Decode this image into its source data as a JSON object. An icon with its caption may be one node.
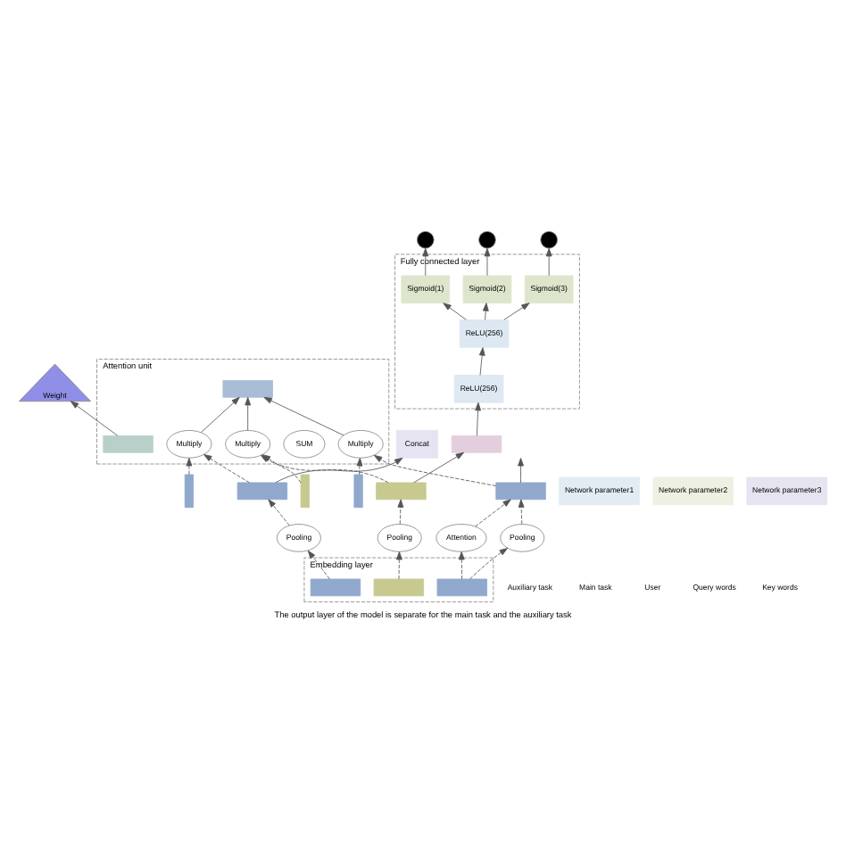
{
  "diagram": {
    "caption": "The output layer of the model is separate for the main task and the auxiliary task",
    "nodes": [
      {
        "text": [
          "Attention unit"
        ]
      },
      {
        "text": [
          "Weight"
        ]
      },
      {
        "text": [],
        "shape": "box",
        "in": 0
      },
      {
        "text": [
          "SUM"
        ],
        "in": 0
      },
      {
        "text": [],
        "shape": "box",
        "in": 0
      },
      {
        "text": [
          "Multiply"
        ],
        "in": 0
      },
      {
        "text": [
          "Multiply"
        ],
        "in": 0
      },
      {
        "text": [
          "Multiply"
        ],
        "in": 0
      },
      {
        "text": [
          "Network parameter1"
        ]
      },
      {
        "text": [],
        "shape": "bar"
      },
      {
        "text": [
          "Network parameter2"
        ]
      },
      {
        "text": [],
        "shape": "bar"
      },
      {
        "text": [
          "Network parameter3"
        ]
      },
      {
        "text": [],
        "shape": "bar"
      },
      {
        "text": [],
        "shape": "circle"
      },
      {
        "text": [],
        "shape": "circle"
      },
      {
        "text": [],
        "shape": "circle"
      },
      {
        "text": [
          "Fully connected layer"
        ]
      },
      {
        "text": [
          "Sigmoid(1)"
        ],
        "in": 17
      },
      {
        "text": [
          "Sigmoid(2)"
        ],
        "in": 17
      },
      {
        "text": [
          "Sigmoid(3)"
        ],
        "in": 17
      },
      {
        "text": [
          "ReLU(256)"
        ],
        "in": 17
      },
      {
        "text": [
          "ReLU(256)"
        ],
        "in": 17
      },
      {
        "text": [
          "Concat"
        ]
      },
      {
        "text": [],
        "shape": "box"
      },
      {
        "text": [],
        "shape": "box"
      },
      {
        "text": [],
        "shape": "box"
      },
      {
        "text": [],
        "shape": "box"
      },
      {
        "text": [
          "Pooling"
        ]
      },
      {
        "text": [
          "Pooling"
        ]
      },
      {
        "text": [
          "Attention"
        ]
      },
      {
        "text": [
          "Pooling"
        ]
      },
      {
        "text": [
          "Embedding layer"
        ]
      },
      {
        "text": [],
        "shape": "box",
        "in": 32
      },
      {
        "text": [],
        "shape": "box",
        "in": 32
      },
      {
        "text": [],
        "shape": "box",
        "in": 32
      }
    ],
    "edges": [
      {
        "from": 2,
        "to": 1,
        "arrow": "to"
      },
      {
        "from": 5,
        "to": 4,
        "arrow": "to"
      },
      {
        "from": 6,
        "to": 4,
        "arrow": "to"
      },
      {
        "from": 7,
        "to": 4,
        "arrow": "to"
      },
      {
        "from": 9,
        "to": 5,
        "arrow": "to",
        "style": "dashed"
      },
      {
        "from": 25,
        "to": 5,
        "arrow": "to",
        "style": "dashed"
      },
      {
        "from": 11,
        "to": 6,
        "arrow": "to",
        "style": "dashed"
      },
      {
        "from": 26,
        "to": 6,
        "arrow": "to",
        "style": "dashed"
      },
      {
        "from": 13,
        "to": 7,
        "arrow": "to",
        "style": "dashed"
      },
      {
        "from": 27,
        "to": 7,
        "arrow": "to",
        "style": "dashed"
      },
      {
        "from": 18,
        "to": 14,
        "arrow": "to"
      },
      {
        "from": 19,
        "to": 15,
        "arrow": "to"
      },
      {
        "from": 20,
        "to": 16,
        "arrow": "to"
      },
      {
        "from": 21,
        "to": 18,
        "arrow": "to"
      },
      {
        "from": 21,
        "to": 19,
        "arrow": "to"
      },
      {
        "from": 21,
        "to": 20,
        "arrow": "to"
      },
      {
        "from": 22,
        "to": 21,
        "arrow": "to"
      },
      {
        "from": 24,
        "to": 22,
        "arrow": "to"
      },
      {
        "from": 25,
        "to": 23,
        "arrow": "to"
      },
      {
        "from": 26,
        "to": 24,
        "arrow": "to"
      },
      {
        "from": 27,
        "to": null,
        "arrow": "to"
      },
      {
        "from": 28,
        "to": 25,
        "arrow": "to",
        "style": "dashed"
      },
      {
        "from": 29,
        "to": 26,
        "arrow": "to",
        "style": "dashed"
      },
      {
        "from": 30,
        "to": 27,
        "arrow": "to",
        "style": "dashed"
      },
      {
        "from": 31,
        "to": 27,
        "arrow": "to",
        "style": "dashed"
      },
      {
        "from": 33,
        "to": 28,
        "arrow": "to",
        "style": "dashed"
      },
      {
        "from": 34,
        "to": 29,
        "arrow": "to",
        "style": "dashed"
      },
      {
        "from": 35,
        "to": 30,
        "arrow": "to",
        "style": "dashed"
      },
      {
        "from": 35,
        "to": 31,
        "arrow": "to",
        "style": "dashed"
      }
    ],
    "labels": [
      "Auxiliary task",
      "Main task",
      "User",
      "Query words",
      "Key words"
    ]
  }
}
